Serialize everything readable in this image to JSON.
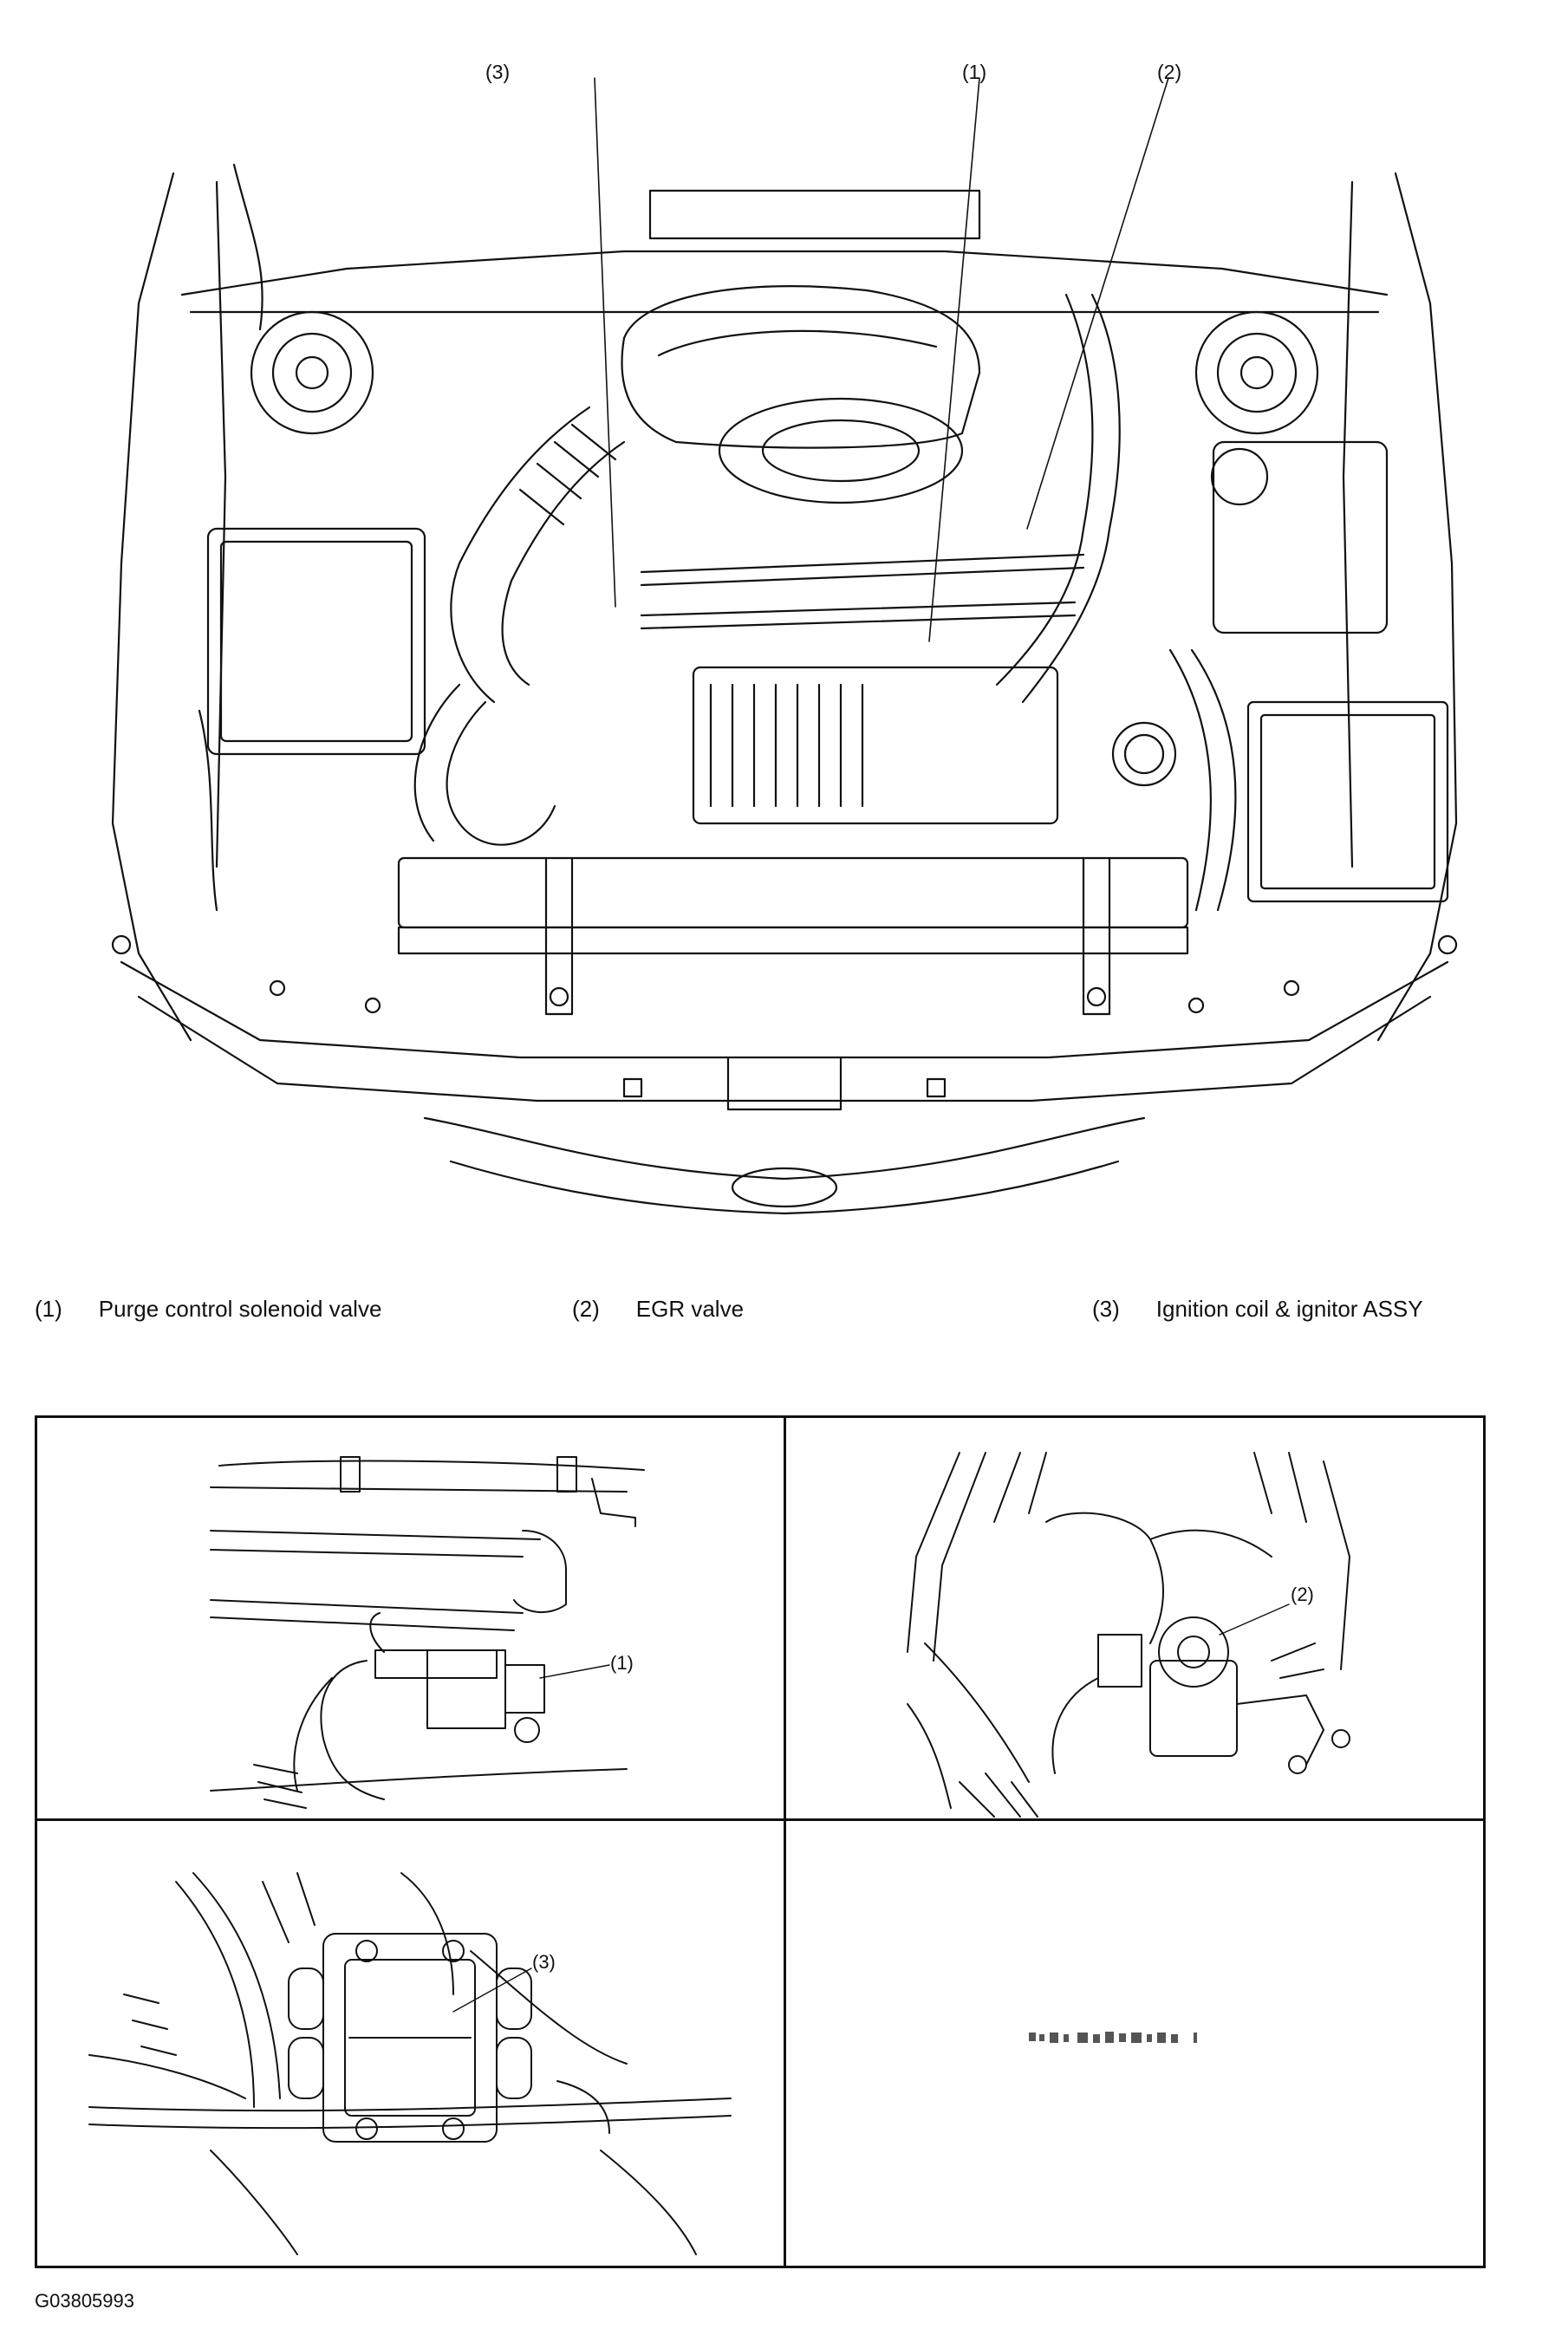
{
  "callouts": [
    {
      "num": "(3)"
    },
    {
      "num": "(1)"
    },
    {
      "num": "(2)"
    }
  ],
  "legend": [
    {
      "num": "(1)",
      "label": "Purge control solenoid valve"
    },
    {
      "num": "(2)",
      "label": "EGR valve"
    },
    {
      "num": "(3)",
      "label": "Ignition coil & ignitor ASSY"
    }
  ],
  "insets": {
    "purge_valve_label": "(1)",
    "egr_valve_label": "(2)",
    "ignition_coil_label": "(3)"
  },
  "figure_id": "G03805993",
  "colors": {
    "line": "#111111",
    "background": "#ffffff"
  }
}
